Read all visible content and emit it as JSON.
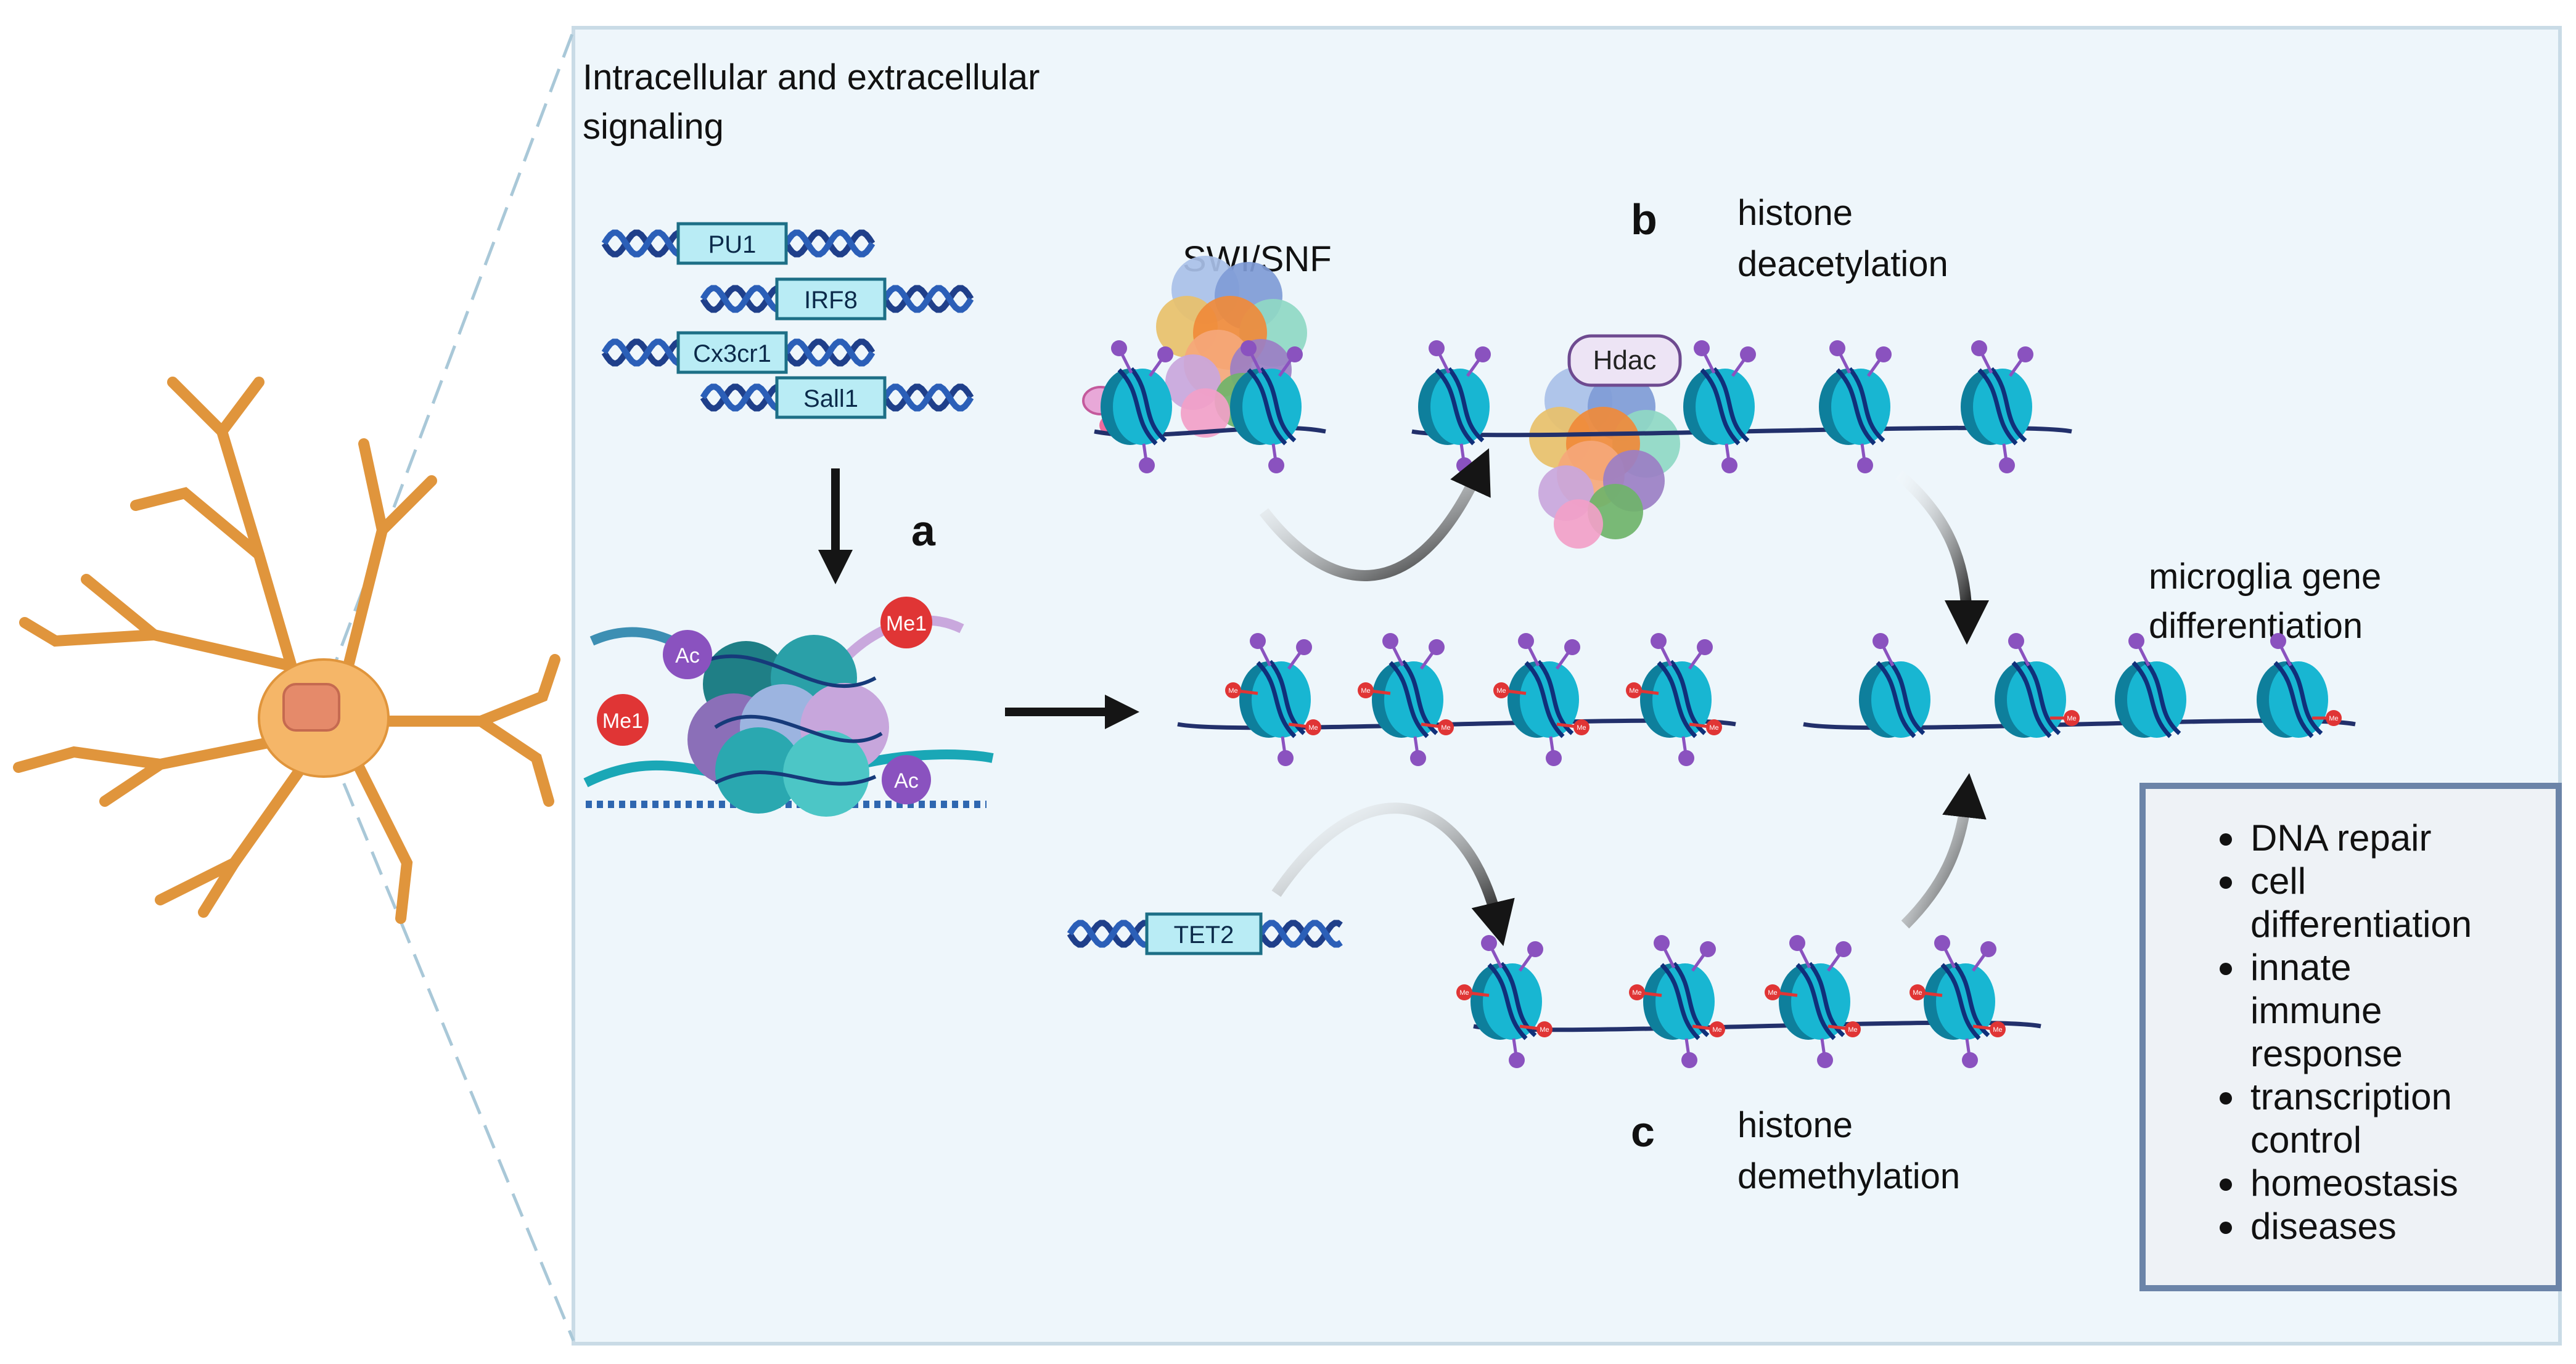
{
  "title": "Intracellular and extracellular signaling",
  "title_line1": "Intracellular and extracellular",
  "title_line2": "signaling",
  "genes": [
    "PU1",
    "IRF8",
    "Cx3cr1",
    "Sall1"
  ],
  "gene_tet2": "TET2",
  "complex_label": "SWI/SNF",
  "hdac_label": "Hdac",
  "marks": {
    "ac": "Ac",
    "me1": "Me1",
    "me_small": "Me"
  },
  "panel_a": {
    "letter": "a"
  },
  "panel_b": {
    "letter": "b",
    "line1": "histone",
    "line2": "deacetylation"
  },
  "panel_c": {
    "letter": "c",
    "line1": "histone",
    "line2": "demethylation"
  },
  "outcome": {
    "line1": "microglia gene",
    "line2": "differentiation"
  },
  "functions": [
    [
      "DNA repair"
    ],
    [
      "cell",
      "differentiation"
    ],
    [
      "innate",
      "immune",
      "response"
    ],
    [
      "transcription",
      "control"
    ],
    [
      "homeostasis"
    ],
    [
      "diseases"
    ]
  ],
  "colors": {
    "panel_bg": "#eef6fb",
    "panel_border": "#c9dbe6",
    "nucleosome": "#18b6d2",
    "nucleosome_dark": "#0e7f9c",
    "dna": "#22306b",
    "gene_box": "#b9ecf5",
    "ac": "#8a52bf",
    "me": "#e03535",
    "cell": "#f5b668",
    "cell_stroke": "#e0953c",
    "func_border": "#6b84a8",
    "func_bg": "#eef2f6",
    "arrow": "#151515"
  }
}
